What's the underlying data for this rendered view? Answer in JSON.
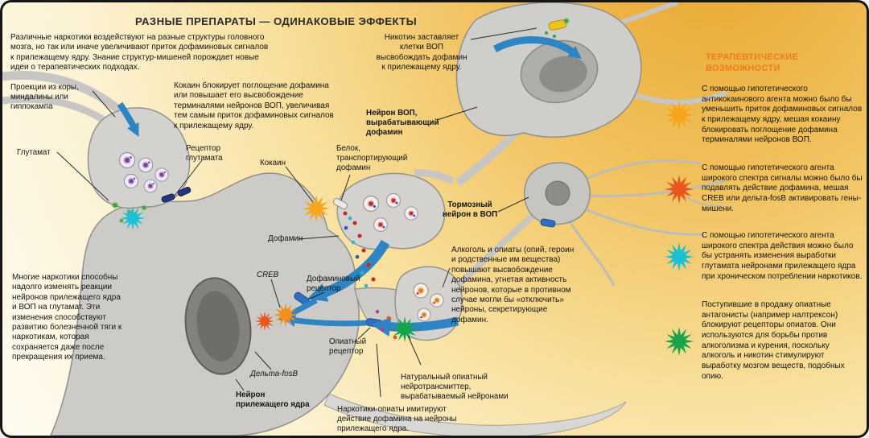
{
  "title": "РАЗНЫЕ ПРЕПАРАТЫ — ОДИНАКОВЫЕ ЭФФЕКТЫ",
  "intro": "Различные наркотики воздействуют на разные структуры головного мозга, но так или иначе увеличивают приток дофаминовых сигналов к прилежащему ядру. Знание структур-мишеней порождает новые идеи о терапевтических подходах.",
  "callouts": {
    "cocaine": "Кокаин блокирует поглощение дофамина или повышает его высвобождение терминалями нейронов ВОП, увеличивая тем самым приток дофаминовых сигналов к прилежащему ядру.",
    "nicotine": "Никотин заставляет клетки ВОП высвобождать дофамин к прилежащему ядру.",
    "alcohol_opiates": "Алкоголь и опиаты (опий, героин и родственные им вещества) повышают высвобождение дофамина, угнетая активность нейронов, которые в противном случае могли бы «отключить» нейроны, секретирующие дофамин.",
    "long_term": "Многие наркотики способны надолго изменять реакции нейронов прилежащего ядра и ВОП на глутамат. Эти изменения способствуют развитию болезненной тяги к наркотикам, которая сохраняется даже после прекращения их приема.",
    "natural_opiate": "Натуральный опиатный нейротрансмиттер, вырабатываемый нейронами",
    "opiate_mimic": "Наркотики-опиаты имитируют действие дофамина на нейроны прилежащего ядра."
  },
  "labels": {
    "projections": "Проекции из коры, миндалины или гиппокампа",
    "glutamate": "Глутамат",
    "glutamate_receptor": "Рецептор глутамата",
    "cocaine": "Кокаин",
    "dopamine_transporter": "Белок, транспортирующий дофамин",
    "dopamine": "Дофамин",
    "creb": "CREB",
    "dopamine_receptor": "Дофаминовый рецептор",
    "opiate_receptor": "Опиатный рецептор",
    "delta_fosb": "Дельта-fosB",
    "accumbens_neuron": "Нейрон прилежащего ядра",
    "vta_neuron": "Нейрон ВОП, вырабатывающий дофамин",
    "inhibitory_neuron": "Тормозный нейрон в ВОП"
  },
  "therapeutic": {
    "heading": "ТЕРАПЕВТИЧЕСКИЕ ВОЗМОЖНОСТИ",
    "items": [
      {
        "icon": "orange-burst",
        "text": "С помощью гипотетического антикокаинового агента можно было бы уменьшить приток дофаминовых сигналов к прилежащему ядру, мешая кокаину блокировать поглощение дофамина терминалями нейронов ВОП."
      },
      {
        "icon": "red-burst",
        "text": "С помощью гипотетического агента широкого спектра сигналы можно было бы подавлять действие дофамина, мешая CREB или дельта-fosB активировать гены-мишени."
      },
      {
        "icon": "cyan-burst",
        "text": "С помощью гипотетического агента широкого спектра действия можно было бы устранять изменения выработки глутамата нейронами прилежащего ядра при хроническом потреблении наркотиков."
      },
      {
        "icon": "green-burst",
        "text": "Поступившие в продажу опиатные антагонисты (например налтрексон) блокируют рецепторы опиатов. Они используются для борьбы против алкоголизма и курения, поскольку алкоголь и никотин стимулируют выработку мозгом веществ, подобных опию."
      }
    ]
  },
  "colors": {
    "heading_orange": "#ef7d1a",
    "burst_orange": "#f6a51c",
    "burst_red": "#e8581c",
    "burst_cyan": "#1cc0d4",
    "burst_green": "#18a44c",
    "arrow_blue": "#2f85c4",
    "neuron_gray": "#cccbc7"
  }
}
